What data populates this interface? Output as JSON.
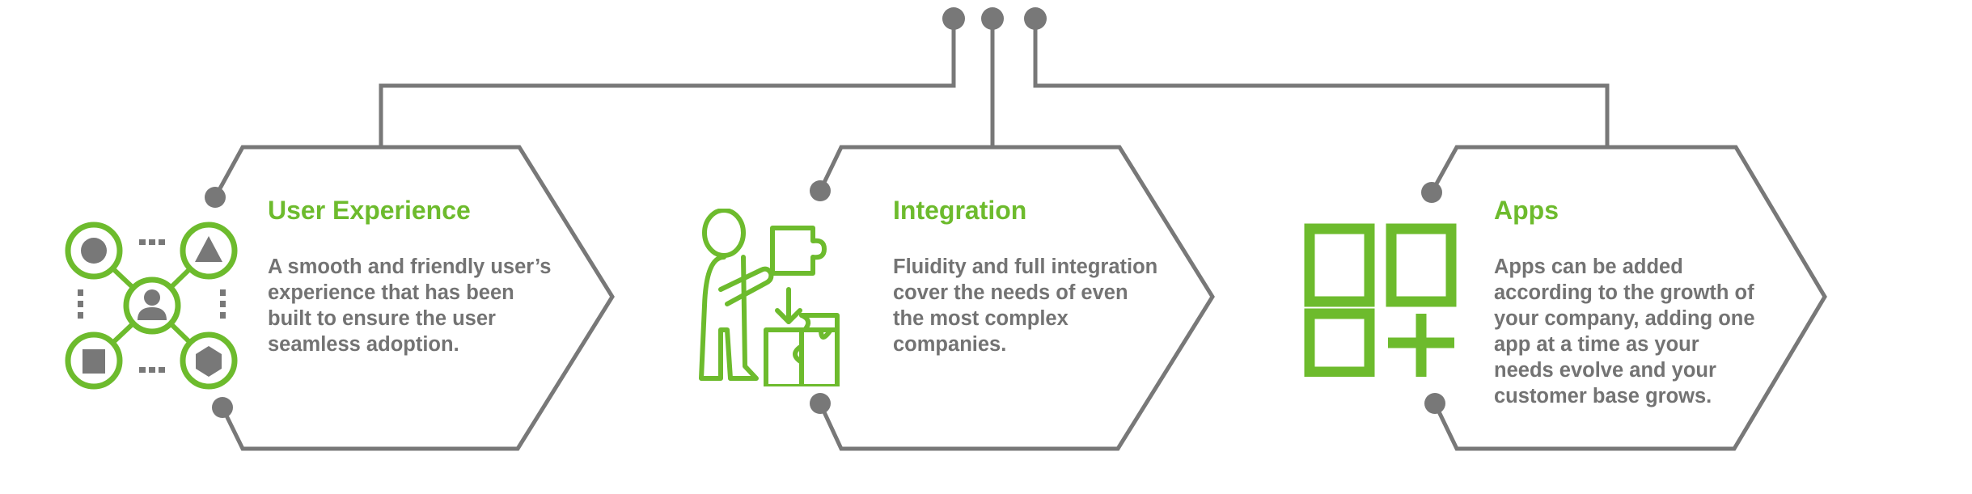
{
  "colors": {
    "accent": "#6dbb2d",
    "line": "#787878",
    "text": "#737373"
  },
  "cards": [
    {
      "icon": "user-network-icon",
      "title": "User Experience",
      "body": "A smooth and friendly user’s experience that has been built to ensure the user seamless adoption."
    },
    {
      "icon": "person-puzzle-icon",
      "title": "Integration",
      "body": "Fluidity and full integration cover the needs of even the most complex companies."
    },
    {
      "icon": "app-grid-add-icon",
      "title": "Apps",
      "body": "Apps can be added according to the growth of your company, adding one app at a time as your needs evolve and your customer base grows."
    }
  ]
}
